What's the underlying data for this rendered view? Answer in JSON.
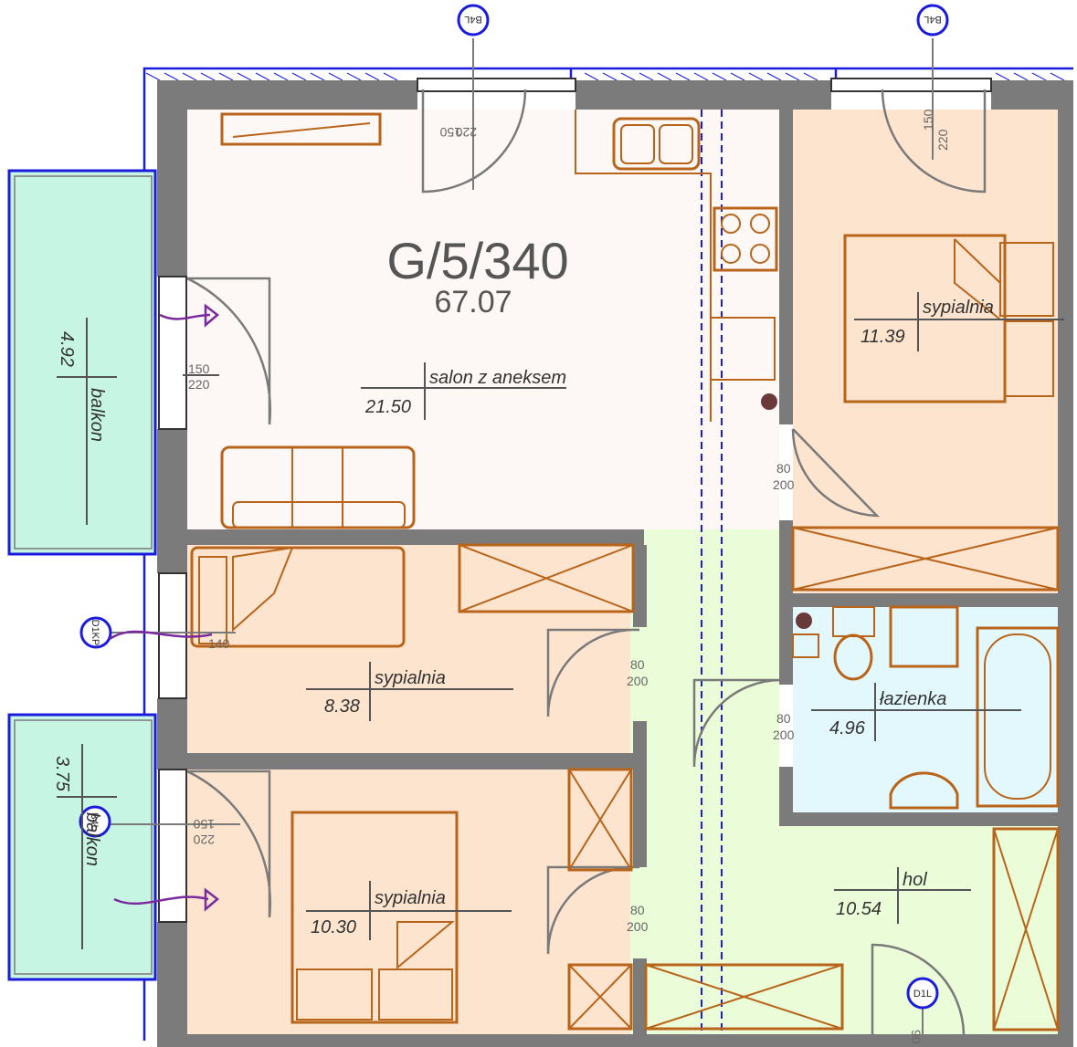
{
  "unit": {
    "code": "G/5/340",
    "area": "67.07"
  },
  "rooms": {
    "living": {
      "name": "salon z aneksem",
      "area": "21.50"
    },
    "bedroom1": {
      "name": "sypialnia",
      "area": "11.39"
    },
    "bedroom2": {
      "name": "sypialnia",
      "area": "8.38"
    },
    "bedroom3": {
      "name": "sypialnia",
      "area": "10.30"
    },
    "bathroom": {
      "name": "łazienka",
      "area": "4.96"
    },
    "hall": {
      "name": "hol",
      "area": "10.54"
    },
    "balcony1": {
      "name": "balkon",
      "area": "4.92"
    },
    "balcony2": {
      "name": "balkon",
      "area": "3.75"
    }
  },
  "openings": {
    "window_w": "150",
    "window_h": "220",
    "door_w": "80",
    "door_h": "200",
    "small_window_h": "140",
    "entry_h": "90"
  },
  "axis_markers": [
    "B4L",
    "B4L",
    "D1KP",
    "B4L",
    "D1L"
  ],
  "colors": {
    "wall": "#7b7b7b",
    "living_floor": "#fdf7f5",
    "bedroom_floor": "#fde4ce",
    "bathroom_floor": "#e3f8fc",
    "hall_floor": "#eafcd8",
    "balcony_floor": "#c7f5e3",
    "furniture": "#b8651b",
    "marker": "#1b1be0",
    "arrow": "#7b2a9e"
  }
}
